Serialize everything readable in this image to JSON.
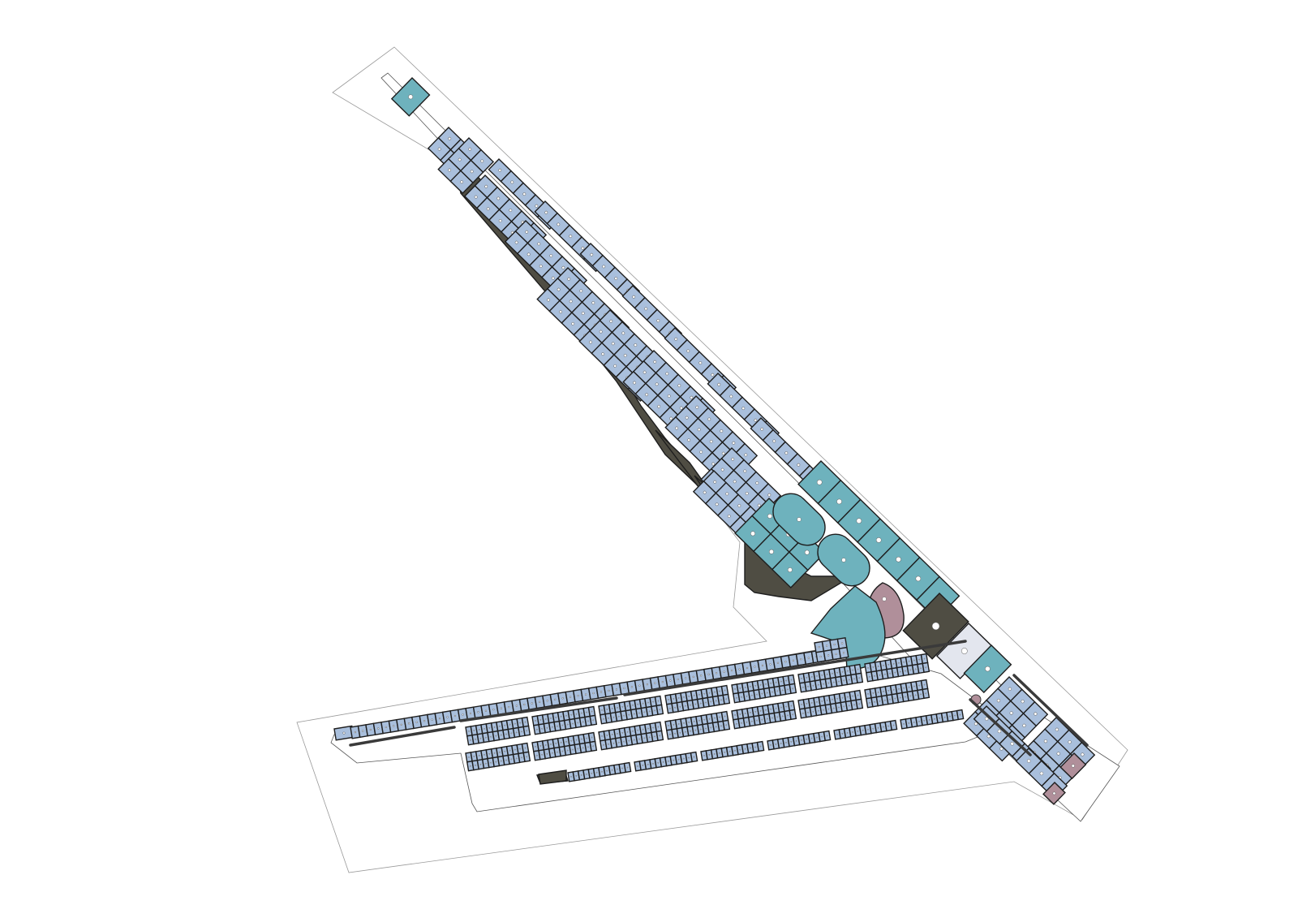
{
  "map": {
    "type": "site-plan",
    "palette": {
      "background": "#ffffff",
      "residential_plot": "#a9bfdc",
      "commercial_plot": "#6eb2bd",
      "green_area": "#4f4d43",
      "institutional_plot": "#b08f9a",
      "reserved_plot": "#e3e6ee",
      "plot_outline": "#1e1e1e",
      "road": "#ffffff",
      "median": "#3a3a3a",
      "site_boundary": "#9a9a9a"
    },
    "legend_categories": [
      "residential_plot",
      "commercial_plot",
      "green_area",
      "institutional_plot",
      "reserved_plot"
    ]
  }
}
